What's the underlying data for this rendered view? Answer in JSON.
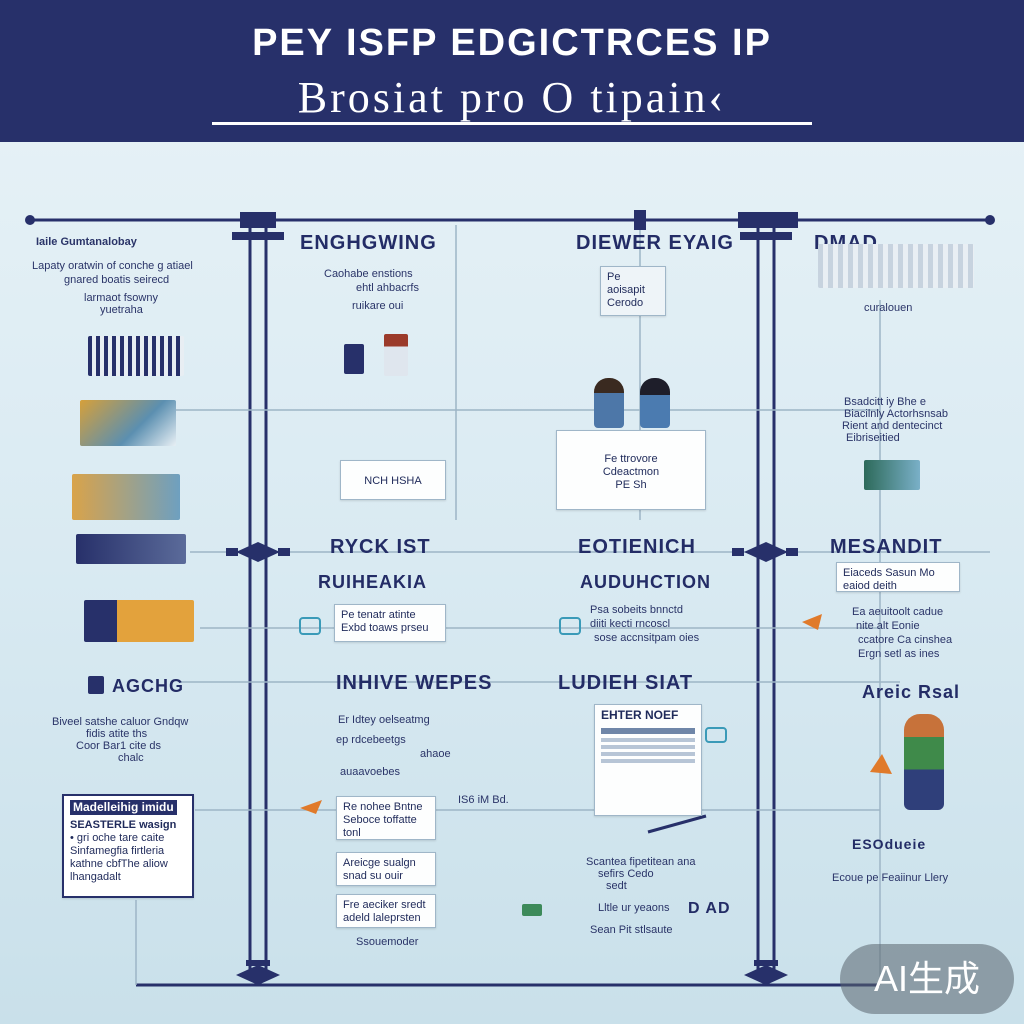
{
  "header": {
    "line1": "PEY ISFP EDGICTRCES IP",
    "line2": "Brosiat pro O tipain‹"
  },
  "columns": {
    "top": [
      "ENGHGWING",
      "DIEWER EYAIG",
      "DMAD"
    ],
    "middle": [
      "RYCK IST",
      "EOTIENICH",
      "MESANDIT"
    ],
    "middle_sub": [
      "RUIHEAKIA",
      "AUDUHCTION"
    ],
    "lower": [
      "AGCHG",
      "INHIVE WEPES",
      "LUDIEH SIAT",
      "Areic Rsal"
    ]
  },
  "left_notes": {
    "top": [
      "Iaile Gumtanalobay",
      "Lapaty oratwin of conche g atiael",
      "gnared boatis seirecd",
      "larmaot fsowny",
      "yuetraha"
    ],
    "lower": [
      "Biveel satshe caluor Gndqw",
      "fidis atite ths",
      "Coor Bar1 cite ds",
      "chalc"
    ],
    "box_title": "Madelleihig imidu",
    "box_head": "SEASTERLE wasign",
    "box_body": [
      "• gri oche tare caite",
      "Sinfamegfia firtleria",
      "kathne cbfThe aliow",
      "lhangadalt"
    ]
  },
  "col2_notes": {
    "top": [
      "Caohabe enstions",
      "ehtl ahbacrfs",
      "ruikare oui"
    ],
    "screen": "NCH HSHA",
    "mid": [
      "Pe tenatr atinte",
      "Exbd toaws prseu"
    ],
    "list_head": "Er Idtey oelseatmg",
    "list": [
      "ep rdcebeetgs",
      "ahaoe",
      "auaavoebes"
    ],
    "cards": [
      [
        "Re nohee Bntne",
        "Seboce toffatte",
        "tonl"
      ],
      [
        "Areicge sualgn",
        "snad su ouir"
      ],
      [
        "Fre aeciker sredt",
        "adeld laleprsten"
      ]
    ],
    "tail": "Ssouemoder"
  },
  "col3_notes": {
    "top": [
      "Pe aoisapit",
      "Cerodo"
    ],
    "desk": [
      "Fe ttrovore",
      "Cdeactmon",
      "PE Sh"
    ],
    "mid": [
      "Psa sobeits bnnctd",
      "diiti kecti rncoscl",
      "sose accnsitpam oies"
    ],
    "doc_title": "EHTER NOEF",
    "side": "IS6 iM Bd.",
    "foot": [
      "Scantea fipetitean ana",
      "sefirs Cedo",
      "sedt"
    ],
    "bottom": [
      "Lltle ur yeaons",
      "Sean Pit stlsaute"
    ],
    "bottom_tag": "D AD"
  },
  "col4_notes": {
    "top": [
      "curalouen"
    ],
    "mid": [
      "Bsadcitt iy Bhe e",
      "Biacilnly Actorhsnsab",
      "Rient and dentecinct",
      "Eibriseitied"
    ],
    "side": [
      "Eiaceds Sasun Mo",
      "eaiod deith"
    ],
    "side2": [
      "Ea aeuitoolt cadue",
      "nite alt Eonie",
      "ccatore Ca cinshea",
      "Ergn setl as ines"
    ],
    "bottom_title": "ESOdueie",
    "bottom_line": "Ecoue pe Feaiinur Llery"
  },
  "watermark": "AI生成",
  "colors": {
    "navy": "#27306a",
    "background": "#e1eef4",
    "accent_orange": "#e07a2a",
    "accent_teal": "#3a9ab8"
  }
}
